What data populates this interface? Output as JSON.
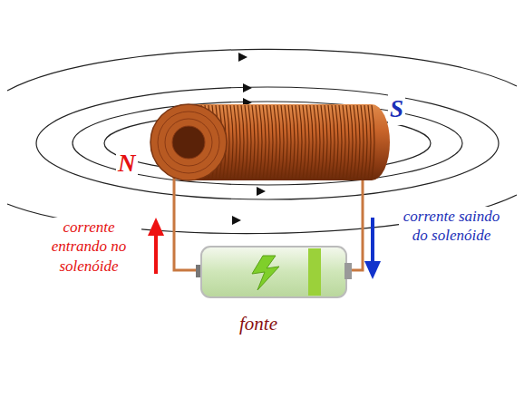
{
  "diagram": {
    "labels": [
      "N",
      "S",
      "corrente entrando no solenóide",
      "corrente saindo do solenóide",
      "fonte"
    ]
  }
}
